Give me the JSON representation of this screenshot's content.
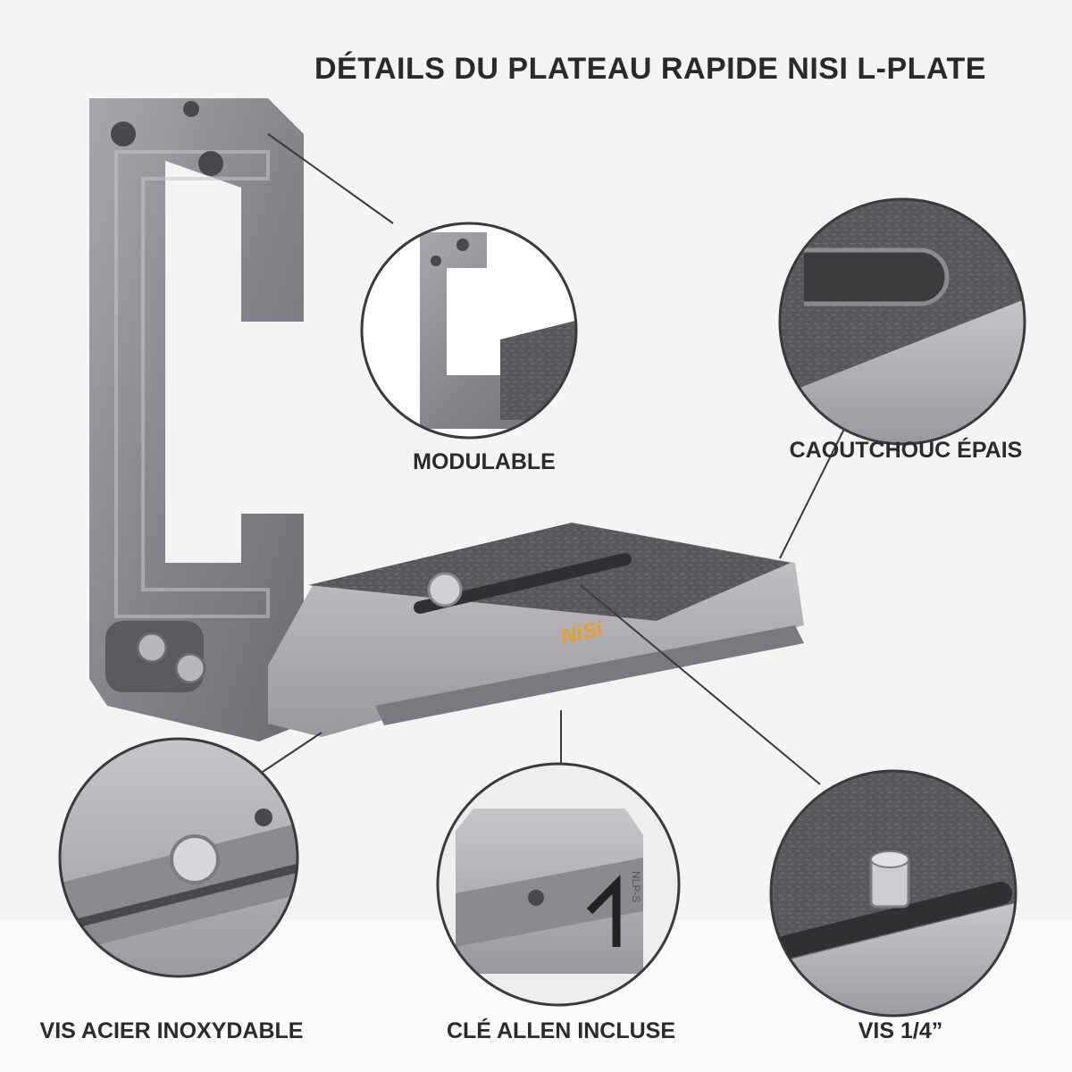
{
  "title": "DÉTAILS DU PLATEAU RAPIDE NISI L-PLATE",
  "brand_mark": "NiSi",
  "engraving": "NLP-S",
  "features": {
    "modulable": "MODULABLE",
    "caoutchouc": "CAOUTCHOUC ÉPAIS",
    "vis_acier": "VIS ACIER INOXYDABLE",
    "cle_allen": "CLÉ ALLEN INCLUSE",
    "vis_quart": "VIS 1/4”"
  },
  "colors": {
    "background": "#f4f4f4",
    "metal": "#8d8a90",
    "rubber": "#55575a",
    "brand": "#e8a020",
    "text": "#2a2a2a"
  }
}
